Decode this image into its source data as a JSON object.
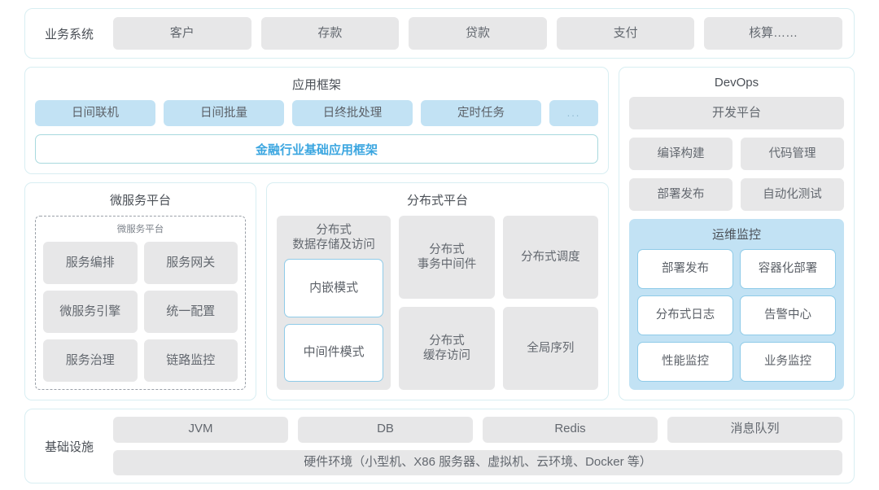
{
  "business_systems": {
    "label": "业务系统",
    "items": [
      "客户",
      "存款",
      "贷款",
      "支付",
      "核算……"
    ]
  },
  "app_framework": {
    "title": "应用框架",
    "chips": [
      "日间联机",
      "日间批量",
      "日终批处理",
      "定时任务"
    ],
    "ellipsis": "...",
    "banner": "金融行业基础应用框架"
  },
  "microservice_platform": {
    "title": "微服务平台",
    "inner_title": "微服务平台",
    "items": [
      "服务编排",
      "服务网关",
      "微服务引擎",
      "统一配置",
      "服务治理",
      "链路监控"
    ]
  },
  "distributed_platform": {
    "title": "分布式平台",
    "storage_card": {
      "title": "分布式\n数据存储及访问",
      "modes": [
        "内嵌模式",
        "中间件模式"
      ]
    },
    "items": [
      "分布式\n事务中间件",
      "分布式调度",
      "分布式\n缓存访问",
      "全局序列"
    ]
  },
  "devops": {
    "title": "DevOps",
    "platform": "开发平台",
    "items": [
      "编译构建",
      "代码管理",
      "部署发布",
      "自动化测试"
    ],
    "ops_monitor": {
      "title": "运维监控",
      "items": [
        "部署发布",
        "容器化部署",
        "分布式日志",
        "告警中心",
        "性能监控",
        "业务监控"
      ]
    }
  },
  "infrastructure": {
    "label": "基础设施",
    "components": [
      "JVM",
      "DB",
      "Redis",
      "消息队列"
    ],
    "hardware": "硬件环境（小型机、X86 服务器、虚拟机、云环境、Docker 等）"
  },
  "colors": {
    "shell_border": "#d8eef2",
    "chip_gray": "#e7e7e8",
    "chip_blue": "#c2e2f4",
    "accent_blue": "#3ba6e0",
    "banner_border": "#a8d9de",
    "text": "#5a5f66"
  }
}
